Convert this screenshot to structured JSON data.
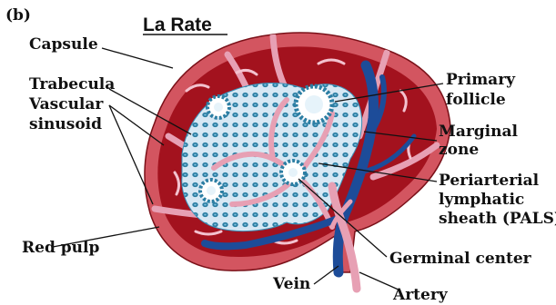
{
  "panel_letter": "(b)",
  "title": "La Rate",
  "labels": {
    "capsule": "Capsule",
    "trabecula": "Trabecula",
    "vascular_1": "Vascular",
    "vascular_2": "sinusoid",
    "red_pulp": "Red pulp",
    "primary_1": "Primary",
    "primary_2": "follicle",
    "marginal_1": "Marginal",
    "marginal_2": "zone",
    "pals_1": "Periarterial",
    "pals_2": "lymphatic",
    "pals_3": "sheath (PALS)",
    "germinal": "Germinal center",
    "vein": "Vein",
    "artery": "Artery"
  },
  "colors": {
    "capsule": "#d35560",
    "red_pulp": "#a3121e",
    "trabecula": "#e7a0b4",
    "white_pulp": "#d7e8f4",
    "lymphocyte": "#2c7ea3",
    "vein": "#1d4c99",
    "artery": "#e7a0b4"
  }
}
